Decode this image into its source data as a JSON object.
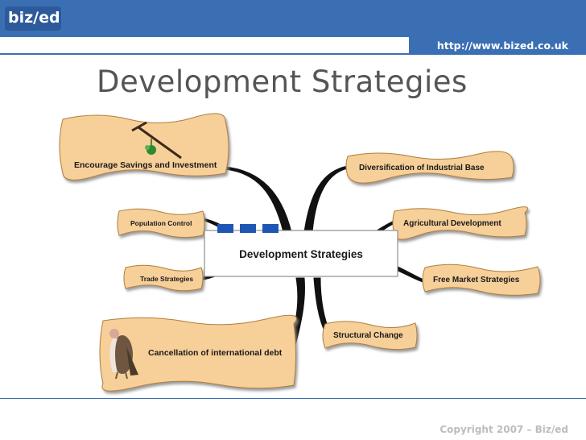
{
  "header": {
    "logo": "biz/ed",
    "url": "http://www.bized.co.uk"
  },
  "slide": {
    "title": "Development Strategies"
  },
  "diagram": {
    "center": "Development Strategies",
    "left_nodes": [
      "Encourage Savings and Investment",
      "Population Control",
      "Trade Strategies",
      "Cancellation of international debt"
    ],
    "right_nodes": [
      "Diversification of Industrial Base",
      "Agricultural Development",
      "Free Market Strategies",
      "Structural Change"
    ],
    "colors": {
      "node_fill": "#f7cf99",
      "node_shadow": "#8a8a8a",
      "connector": "#111111",
      "center_tab": "#1f56b3"
    }
  },
  "footer": {
    "copyright": "Copyright 2007 – Biz/ed"
  }
}
